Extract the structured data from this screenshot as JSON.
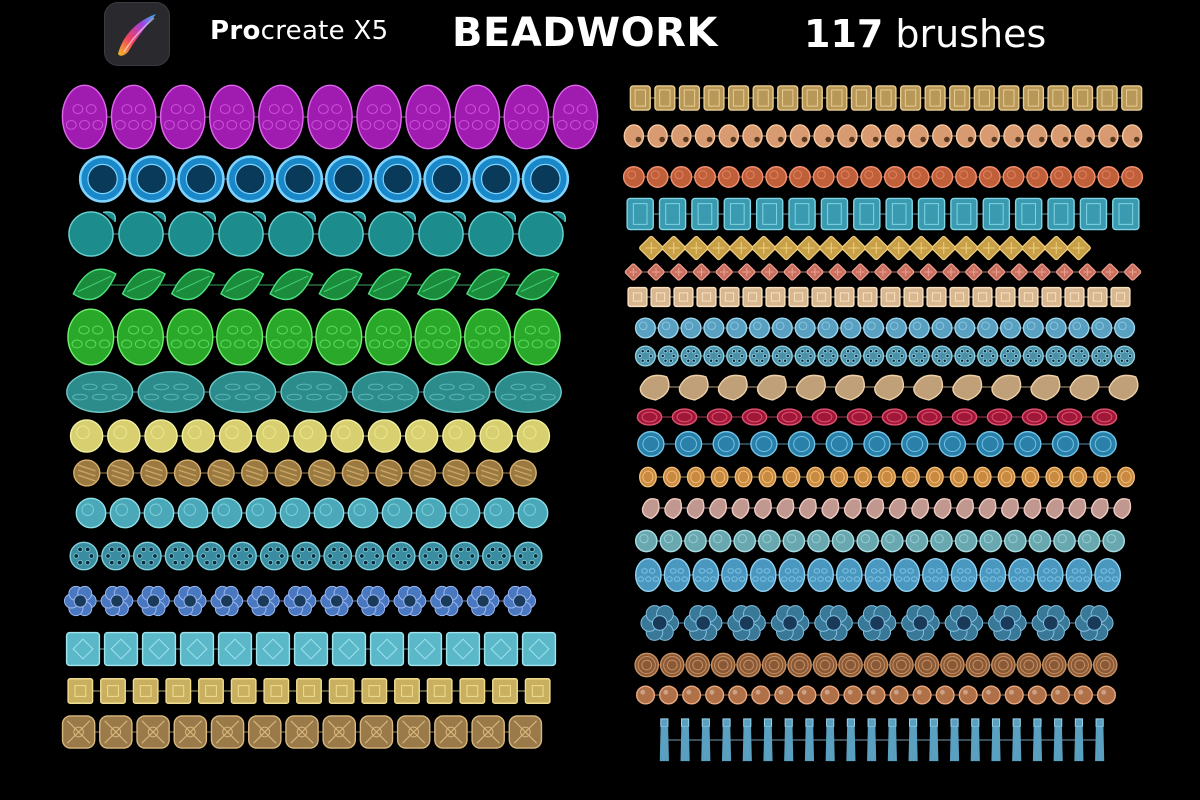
{
  "header": {
    "app_icon": "procreate-brush-icon",
    "brand_bold": "Pro",
    "brand_rest": "create X5",
    "title": "BEADWORK",
    "count_number": "117",
    "count_label": "brushes"
  },
  "left_rows": [
    {
      "name": "magenta-oval-beads",
      "shape": "oval",
      "count": 11,
      "fill": "#a01cb0",
      "stroke": "#e066f0",
      "rx": 0.47,
      "ry": 0.5
    },
    {
      "name": "blue-ring-beads",
      "shape": "ring",
      "count": 10,
      "fill": "#1a88c8",
      "stroke": "#7fd4ff"
    },
    {
      "name": "teal-leaf-beads",
      "shape": "leafround",
      "count": 10,
      "fill": "#1c8c8c",
      "stroke": "#6ad0d0"
    },
    {
      "name": "green-leaf-beads",
      "shape": "leaf",
      "count": 10,
      "fill": "#1a8c3c",
      "stroke": "#4ce080"
    },
    {
      "name": "lime-oval-beads",
      "shape": "oval",
      "count": 10,
      "fill": "#2aa82a",
      "stroke": "#70f070",
      "rx": 0.48,
      "ry": 0.5
    },
    {
      "name": "teal-large-oval-beads",
      "shape": "oval",
      "count": 7,
      "fill": "#2c8c8c",
      "stroke": "#70c8c8",
      "rx": 0.48,
      "ry": 0.44
    },
    {
      "name": "yellow-round-beads",
      "shape": "circle",
      "count": 13,
      "fill": "#d8d070",
      "stroke": "#f4f0a0"
    },
    {
      "name": "bronze-striped-beads",
      "shape": "stripe",
      "count": 14,
      "fill": "#9a7a40",
      "stroke": "#d8b070"
    },
    {
      "name": "cyan-knot-beads",
      "shape": "circle",
      "count": 14,
      "fill": "#4aa8b8",
      "stroke": "#90e0ea"
    },
    {
      "name": "cyan-dotted-beads",
      "shape": "dotted",
      "count": 15,
      "fill": "#3a8ca0",
      "stroke": "#80d0dc"
    },
    {
      "name": "blue-rosette-beads",
      "shape": "rosette",
      "count": 13,
      "fill": "#4a78c0",
      "stroke": "#9ab8f0"
    },
    {
      "name": "cyan-square-beads",
      "shape": "square",
      "count": 13,
      "fill": "#5ab8c8",
      "stroke": "#a0e4ee"
    },
    {
      "name": "gold-cube-beads",
      "shape": "cube",
      "count": 15,
      "fill": "#c8b060",
      "stroke": "#f0dc90"
    },
    {
      "name": "bronze-ornate-beads",
      "shape": "ornate",
      "count": 13,
      "fill": "#9a7a48",
      "stroke": "#d8b880"
    }
  ],
  "right_rows": [
    {
      "name": "gold-filigree-tube-beads",
      "shape": "tube",
      "count": 21,
      "fill": "#b89858",
      "stroke": "#e8cc90"
    },
    {
      "name": "peach-barrel-beads",
      "shape": "barrel",
      "count": 22,
      "fill": "#d89a70",
      "stroke": "#f8c8a0"
    },
    {
      "name": "copper-rose-beads",
      "shape": "circle",
      "count": 22,
      "fill": "#c0603a",
      "stroke": "#f09070"
    },
    {
      "name": "teal-block-beads",
      "shape": "tube",
      "count": 16,
      "fill": "#3a9ab0",
      "stroke": "#80d4e4"
    },
    {
      "name": "gold-cross-beads",
      "shape": "cross",
      "count": 20,
      "fill": "#c8a048",
      "stroke": "#f0d080"
    },
    {
      "name": "coral-cross-beads",
      "shape": "cross",
      "count": 23,
      "fill": "#c87060",
      "stroke": "#f0a090"
    },
    {
      "name": "ivory-cube-beads",
      "shape": "cube",
      "count": 22,
      "fill": "#d8b890",
      "stroke": "#f8e0c0"
    },
    {
      "name": "blue-carved-beads",
      "shape": "circle",
      "count": 22,
      "fill": "#5aa0c0",
      "stroke": "#9ad4ec"
    },
    {
      "name": "teal-medallion-beads",
      "shape": "dotted",
      "count": 22,
      "fill": "#4a90a8",
      "stroke": "#90d0e0"
    },
    {
      "name": "beige-pebble-beads",
      "shape": "pebble",
      "count": 13,
      "fill": "#c0a078",
      "stroke": "#eed0a8"
    },
    {
      "name": "crimson-link-beads",
      "shape": "link",
      "count": 14,
      "fill": "#a01838",
      "stroke": "#e05070"
    },
    {
      "name": "blue-bezel-beads",
      "shape": "link",
      "count": 13,
      "fill": "#2a80a8",
      "stroke": "#70c4e8"
    },
    {
      "name": "amber-link-beads",
      "shape": "link",
      "count": 21,
      "fill": "#c88a40",
      "stroke": "#f0bc78"
    },
    {
      "name": "rose-seed-beads",
      "shape": "pebble",
      "count": 22,
      "fill": "#c09890",
      "stroke": "#eec8c0"
    },
    {
      "name": "aqua-round-beads",
      "shape": "circle",
      "count": 20,
      "fill": "#6aa8b0",
      "stroke": "#a8dce2"
    },
    {
      "name": "blue-oval-carved-beads",
      "shape": "oval",
      "count": 17,
      "fill": "#4a98c0",
      "stroke": "#90d0f0",
      "rx": 0.46,
      "ry": 0.5
    },
    {
      "name": "blue-rosette-large-beads",
      "shape": "rosette",
      "count": 11,
      "fill": "#3a7898",
      "stroke": "#80c0e0"
    },
    {
      "name": "bronze-coin-beads",
      "shape": "coin",
      "count": 19,
      "fill": "#8a5a38",
      "stroke": "#c89060"
    },
    {
      "name": "copper-sphere-beads",
      "shape": "sphere",
      "count": 21,
      "fill": "#b07048",
      "stroke": "#e8a880"
    },
    {
      "name": "blue-tassel-fringe",
      "shape": "tassel",
      "count": 22,
      "fill": "#5aa0c0",
      "stroke": "#9ad4ec"
    }
  ]
}
